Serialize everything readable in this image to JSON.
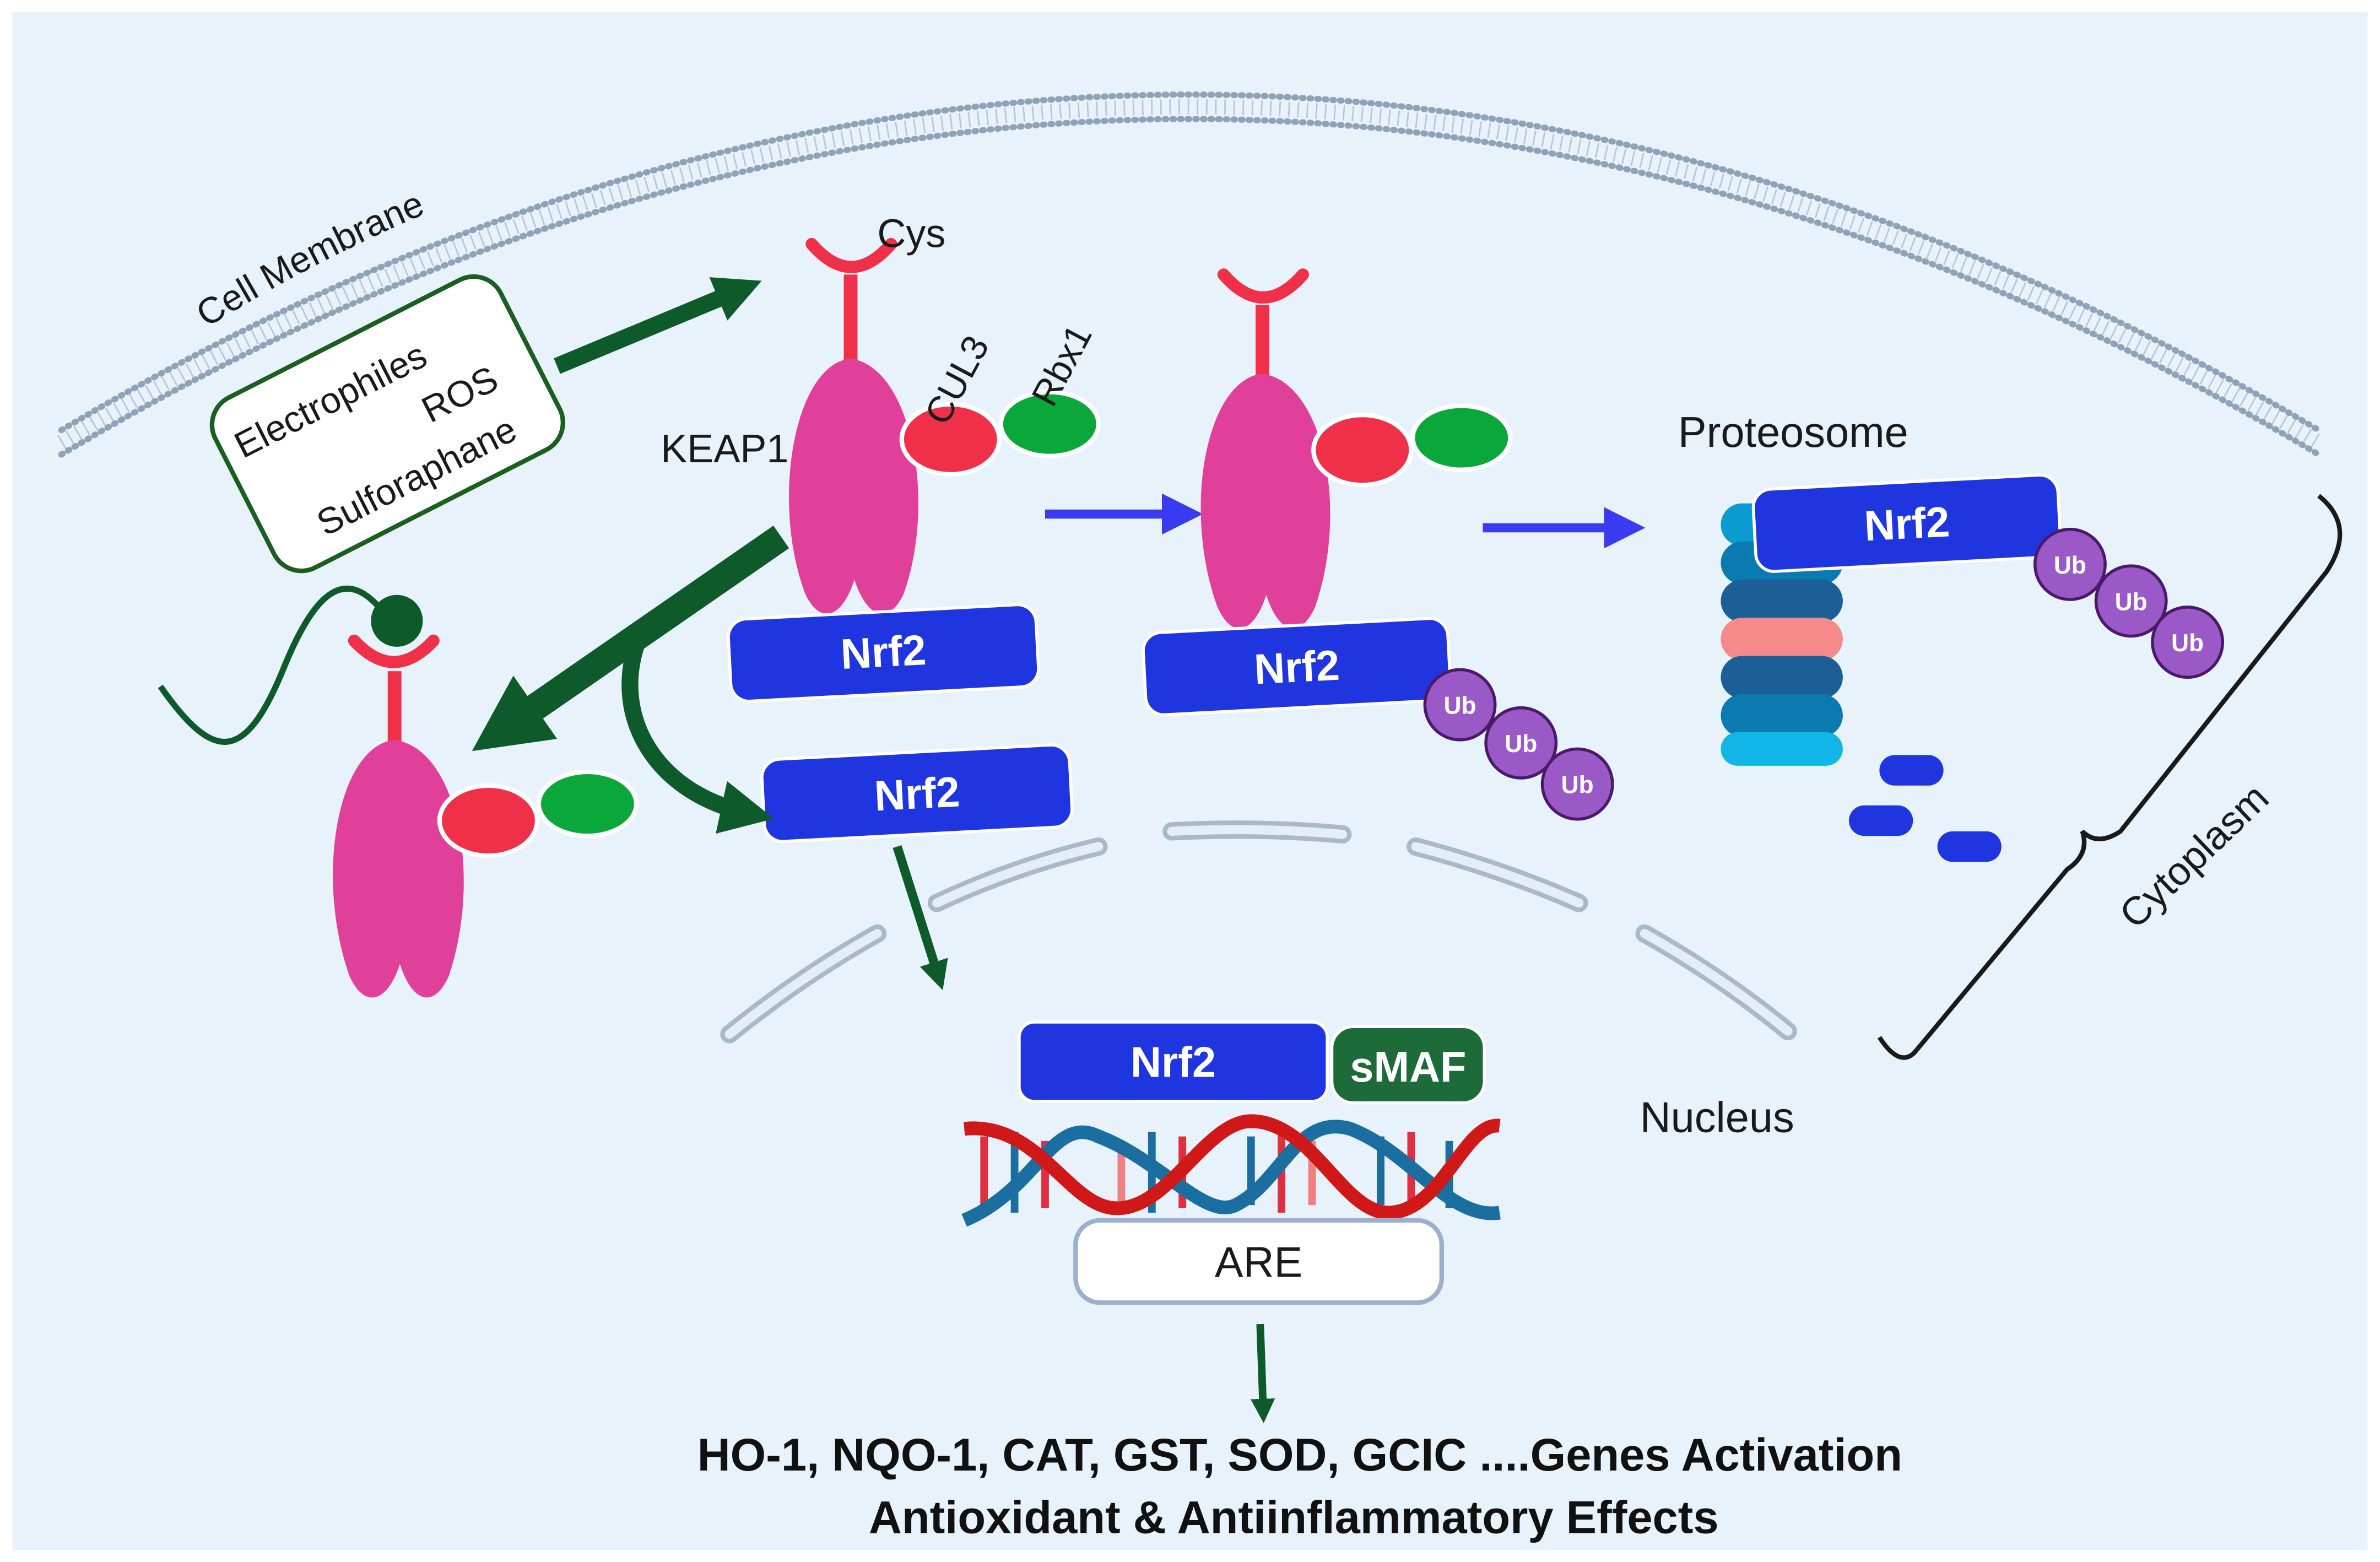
{
  "labels": {
    "cell_membrane": "Cell Membrane",
    "cys": "Cys",
    "cul3": "CUL3",
    "rbx1": "Rbx1",
    "keap1": "KEAP1",
    "proteosome": "Proteosome",
    "cytoplasm": "Cytoplasm",
    "nucleus": "Nucleus",
    "are": "ARE",
    "smaf": "sMAF",
    "nrf2": "Nrf2",
    "ub": "Ub"
  },
  "inducers": [
    "Electrophiles",
    "ROS",
    "Sulforaphane"
  ],
  "footer": {
    "line1": "HO-1, NQO-1, CAT, GST, SOD, GCIC ....Genes Activation",
    "line2": "Antioxidant & Antiinflammatory Effects"
  },
  "colors": {
    "background": "#e8f2fb",
    "nrf2_blue": "#1f35e0",
    "keap1_pink": "#e0409a",
    "cul3_red": "#f03048",
    "rbx1_green": "#0aa83a",
    "ub_purple": "#9b59c8",
    "arrow_green": "#0f5a2a",
    "arrow_blue": "#3a3af0",
    "membrane": "#8fa3b8",
    "smaf_green": "#1e6b3a"
  }
}
